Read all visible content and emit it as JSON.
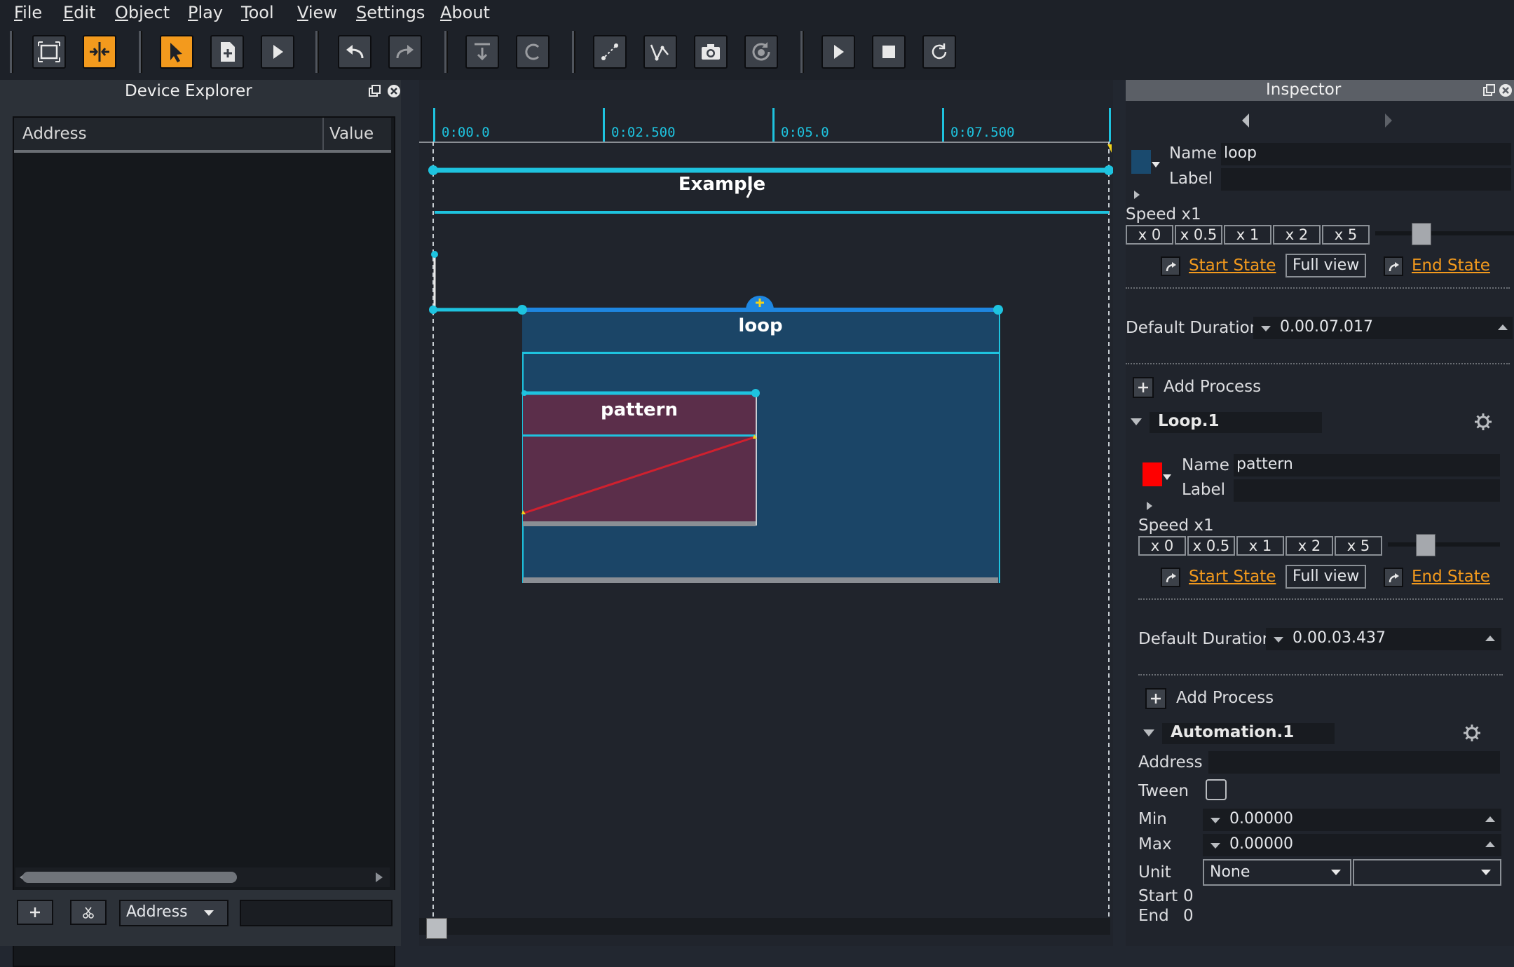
{
  "menubar": {
    "items": [
      {
        "accel": "F",
        "rest": "ile"
      },
      {
        "accel": "E",
        "rest": "dit"
      },
      {
        "accel": "O",
        "rest": "bject"
      },
      {
        "accel": "P",
        "rest": "lay"
      },
      {
        "accel": "T",
        "rest": "ool"
      },
      {
        "accel": "V",
        "rest": "iew"
      },
      {
        "accel": "S",
        "rest": "ettings"
      },
      {
        "accel": "A",
        "rest": "bout"
      }
    ]
  },
  "device_explorer": {
    "title": "Device Explorer",
    "columns": [
      "Address",
      "Value"
    ],
    "bottom_combo": "Address",
    "bottom_filter": ""
  },
  "timeline": {
    "ticks": [
      "0:00.0",
      "0:02.500",
      "0:05.0",
      "0:07.500"
    ],
    "root_interval": "Example",
    "loop_title": "loop",
    "pattern_title": "pattern"
  },
  "inspector": {
    "title": "Inspector",
    "interval": {
      "name_label": "Name",
      "name_value": "loop",
      "label_label": "Label",
      "label_value": "",
      "color": "#1a4a6e",
      "speed_label": "Speed x1",
      "speed_buttons": [
        "x 0",
        "x 0.5",
        "x 1",
        "x 2",
        "x 5"
      ],
      "speed_value": 1,
      "start_state": "Start State",
      "full_view": "Full view",
      "end_state": "End State",
      "default_duration_label": "Default Duration",
      "default_duration_value": "0.00.07.017",
      "add_process": "Add Process"
    },
    "loop_process": {
      "name": "Loop.1",
      "pattern_name_label": "Name",
      "pattern_name_value": "pattern",
      "pattern_label_label": "Label",
      "pattern_label_value": "",
      "color": "#ff0000",
      "speed_label": "Speed x1",
      "speed_buttons": [
        "x 0",
        "x 0.5",
        "x 1",
        "x 2",
        "x 5"
      ],
      "start_state": "Start State",
      "full_view": "Full view",
      "end_state": "End State",
      "default_duration_label": "Default Duration",
      "default_duration_value": "0.00.03.437",
      "add_process": "Add Process"
    },
    "automation": {
      "name": "Automation.1",
      "address_label": "Address",
      "address_value": "",
      "tween_label": "Tween",
      "tween_checked": false,
      "min_label": "Min",
      "min_value": "0.00000",
      "max_label": "Max",
      "max_value": "0.00000",
      "unit_label": "Unit",
      "unit_value": "None",
      "unit_secondary": "",
      "start_label": "Start",
      "start_value": "0",
      "end_label": "End",
      "end_value": "0"
    }
  },
  "colors": {
    "accent_orange": "#f39a1d",
    "timeline_cyan": "#1ec3df",
    "loop_fill": "#1b4567",
    "pattern_fill": "#5b2e4a",
    "curve_red": "#d0202e"
  }
}
